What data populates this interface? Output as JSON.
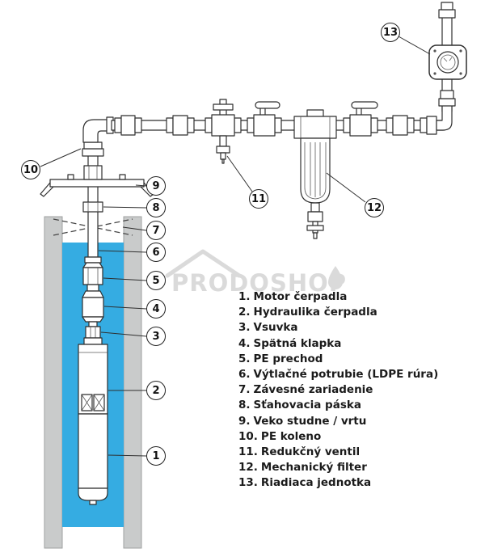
{
  "watermark": {
    "text": "PRODOSHOP"
  },
  "legend": {
    "items": [
      {
        "num": "1",
        "label": "Motor čerpadla"
      },
      {
        "num": "2",
        "label": "Hydraulika čerpadla"
      },
      {
        "num": "3",
        "label": "Vsuvka"
      },
      {
        "num": "4",
        "label": "Spätná klapka"
      },
      {
        "num": "5",
        "label": "PE prechod"
      },
      {
        "num": "6",
        "label": "Výtlačné potrubie (LDPE rúra)"
      },
      {
        "num": "7",
        "label": "Závesné zariadenie"
      },
      {
        "num": "8",
        "label": "Sťahovacia páska"
      },
      {
        "num": "9",
        "label": "Veko studne / vrtu"
      },
      {
        "num": "10",
        "label": "PE koleno"
      },
      {
        "num": "11",
        "label": "Redukčný ventil"
      },
      {
        "num": "12",
        "label": "Mechanický filter"
      },
      {
        "num": "13",
        "label": "Riadiaca jednotka"
      }
    ]
  },
  "colors": {
    "water": "#35ACE2",
    "wall": "#C9CBCB",
    "wallBorder": "#9FA2A2",
    "line": "#2F2F2F",
    "text": "#1B1B1B",
    "watermark": "#DADADA"
  }
}
